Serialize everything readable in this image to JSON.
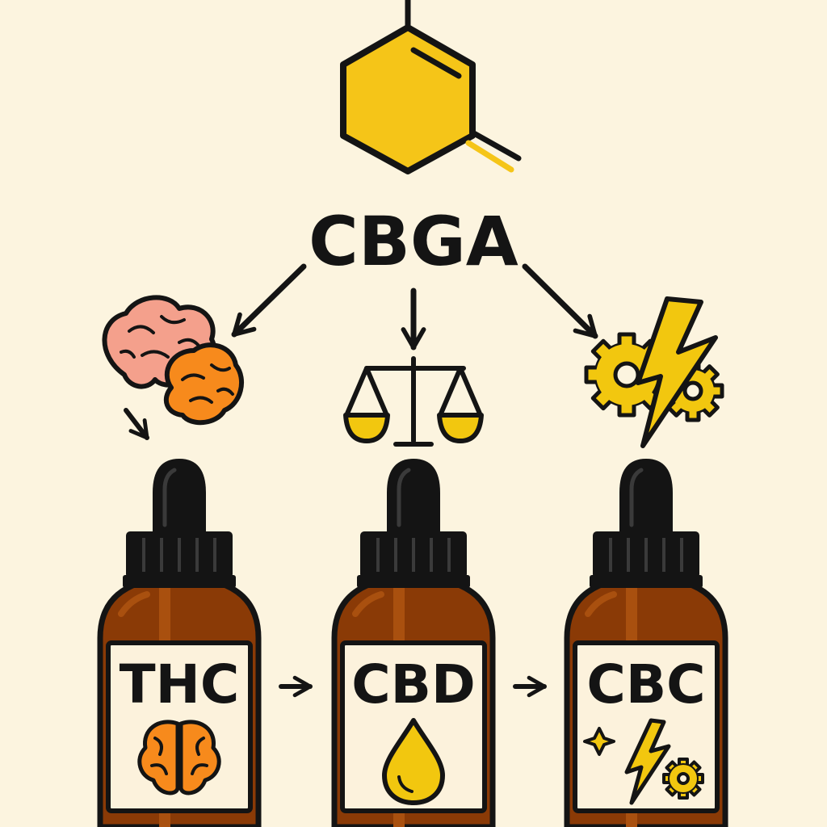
{
  "diagram": {
    "source": {
      "label": "CBGA",
      "icon": "hexagon-molecule-icon"
    },
    "products": [
      {
        "label": "THC",
        "upper_icon": "brains-icon",
        "label_icon": "brain-icon"
      },
      {
        "label": "CBD",
        "upper_icon": "balance-scale-icon",
        "label_icon": "oil-drop-icon"
      },
      {
        "label": "CBC",
        "upper_icon": "gears-lightning-icon",
        "label_icon": "lightning-gear-icon"
      }
    ],
    "colors": {
      "background": "#FCF4DF",
      "outline": "#141414",
      "hexagon": "#F5C518",
      "bottle": "#8A3A06",
      "bottle_highlight": "#A9500F",
      "label_paper": "#FCF2DC",
      "brain_pink": "#F4A08C",
      "brain_orange": "#F78A1C",
      "gold": "#F2C70F"
    }
  }
}
